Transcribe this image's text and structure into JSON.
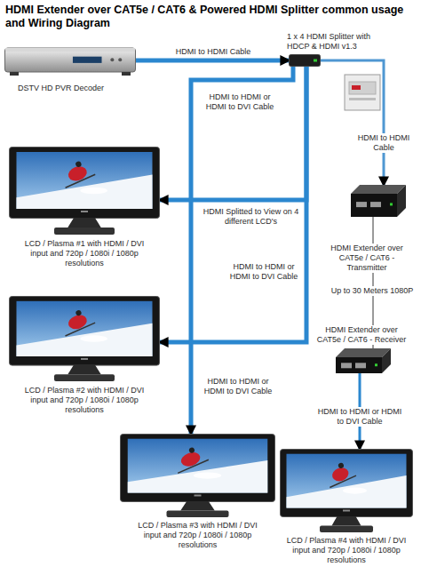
{
  "diagram": {
    "title": "HDMI Extender over CAT5e / CAT6 & Powered HDMI Splitter common usage and Wiring Diagram",
    "nodes": [
      {
        "text": [
          "DSTV HD PVR Decoder"
        ]
      },
      {
        "text": [
          "1 x 4 HDMI Splitter with HDCP & HDMI v1.3"
        ]
      },
      {
        "text": [
          "LCD / Plasma #1 with HDMI / DVI input and 720p / 1080i / 1080p resolutions"
        ]
      },
      {
        "text": [
          "HDMI Extender over CAT5e / CAT6 - Transmitter"
        ]
      },
      {
        "text": [
          "LCD / Plasma #2 with HDMI / DVI input and 720p / 1080i / 1080p resolutions"
        ]
      },
      {
        "text": [
          "HDMI Extender over CAT5e / CAT6 - Receiver"
        ]
      },
      {
        "text": [
          "LCD / Plasma #3 with HDMI / DVI input and 720p / 1080i / 1080p resolutions"
        ]
      },
      {
        "text": [
          "LCD / Plasma #4 with HDMI / DVI input and 720p / 1080i / 1080p resolutions"
        ]
      }
    ],
    "edges": [
      {
        "from": 0,
        "to": 1,
        "arrow": "to",
        "label": "HDMI to HDMI Cable"
      },
      {
        "from": 1,
        "to": 3,
        "arrow": "to",
        "label": "HDMI to HDMI Cable"
      },
      {
        "from": 1,
        "to": 2,
        "arrow": "to",
        "label": "HDMI Splitted to View on 4 different LCD's"
      },
      {
        "from": 1,
        "to": 4,
        "arrow": "to",
        "label": "HDMI to HDMI or HDMI to DVI Cable"
      },
      {
        "from": 1,
        "to": 6,
        "arrow": "to",
        "label": "HDMI to HDMI or HDMI to DVI Cable"
      },
      {
        "from": 3,
        "to": 5,
        "arrow": "none",
        "label": "Up to 30 Meters 1080P"
      },
      {
        "from": 5,
        "to": 7,
        "arrow": "to",
        "label": "HDMI to HDMI or HDMI to DVI Cable"
      }
    ],
    "labels": [
      "HDMI to HDMI or HDMI to DVI Cable"
    ]
  }
}
